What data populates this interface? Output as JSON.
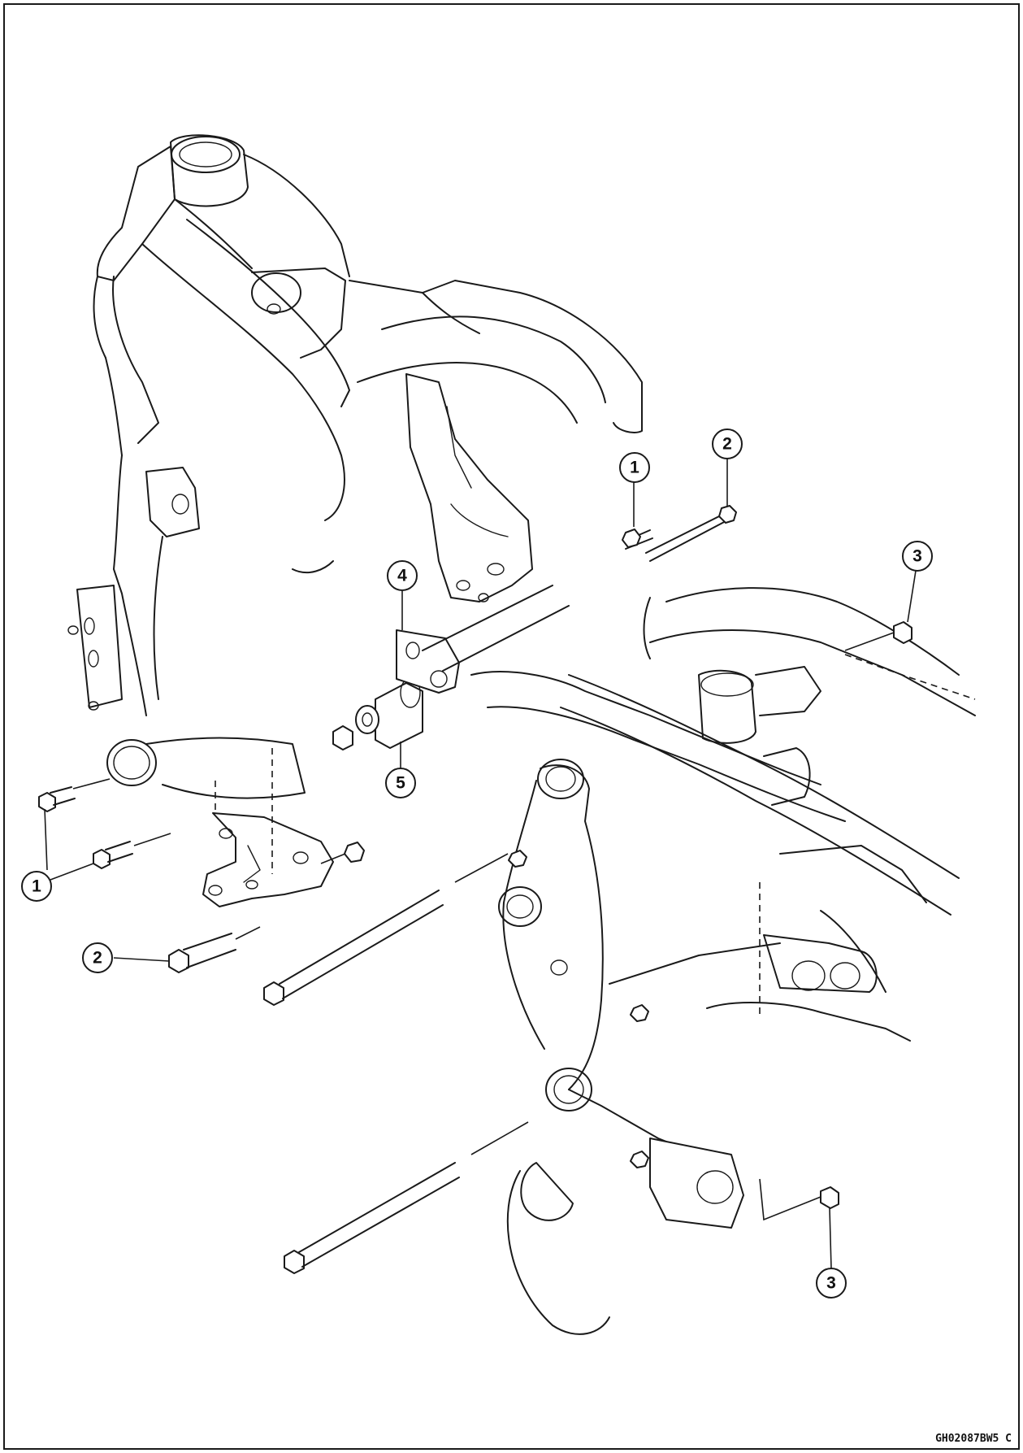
{
  "figure": {
    "code": "GH02087BW5  C"
  },
  "callouts": {
    "c1_top": "1",
    "c2_top": "2",
    "c3_top": "3",
    "c4": "4",
    "c5": "5",
    "c1_left": "1",
    "c2_left": "2",
    "c3_bottom": "3"
  }
}
